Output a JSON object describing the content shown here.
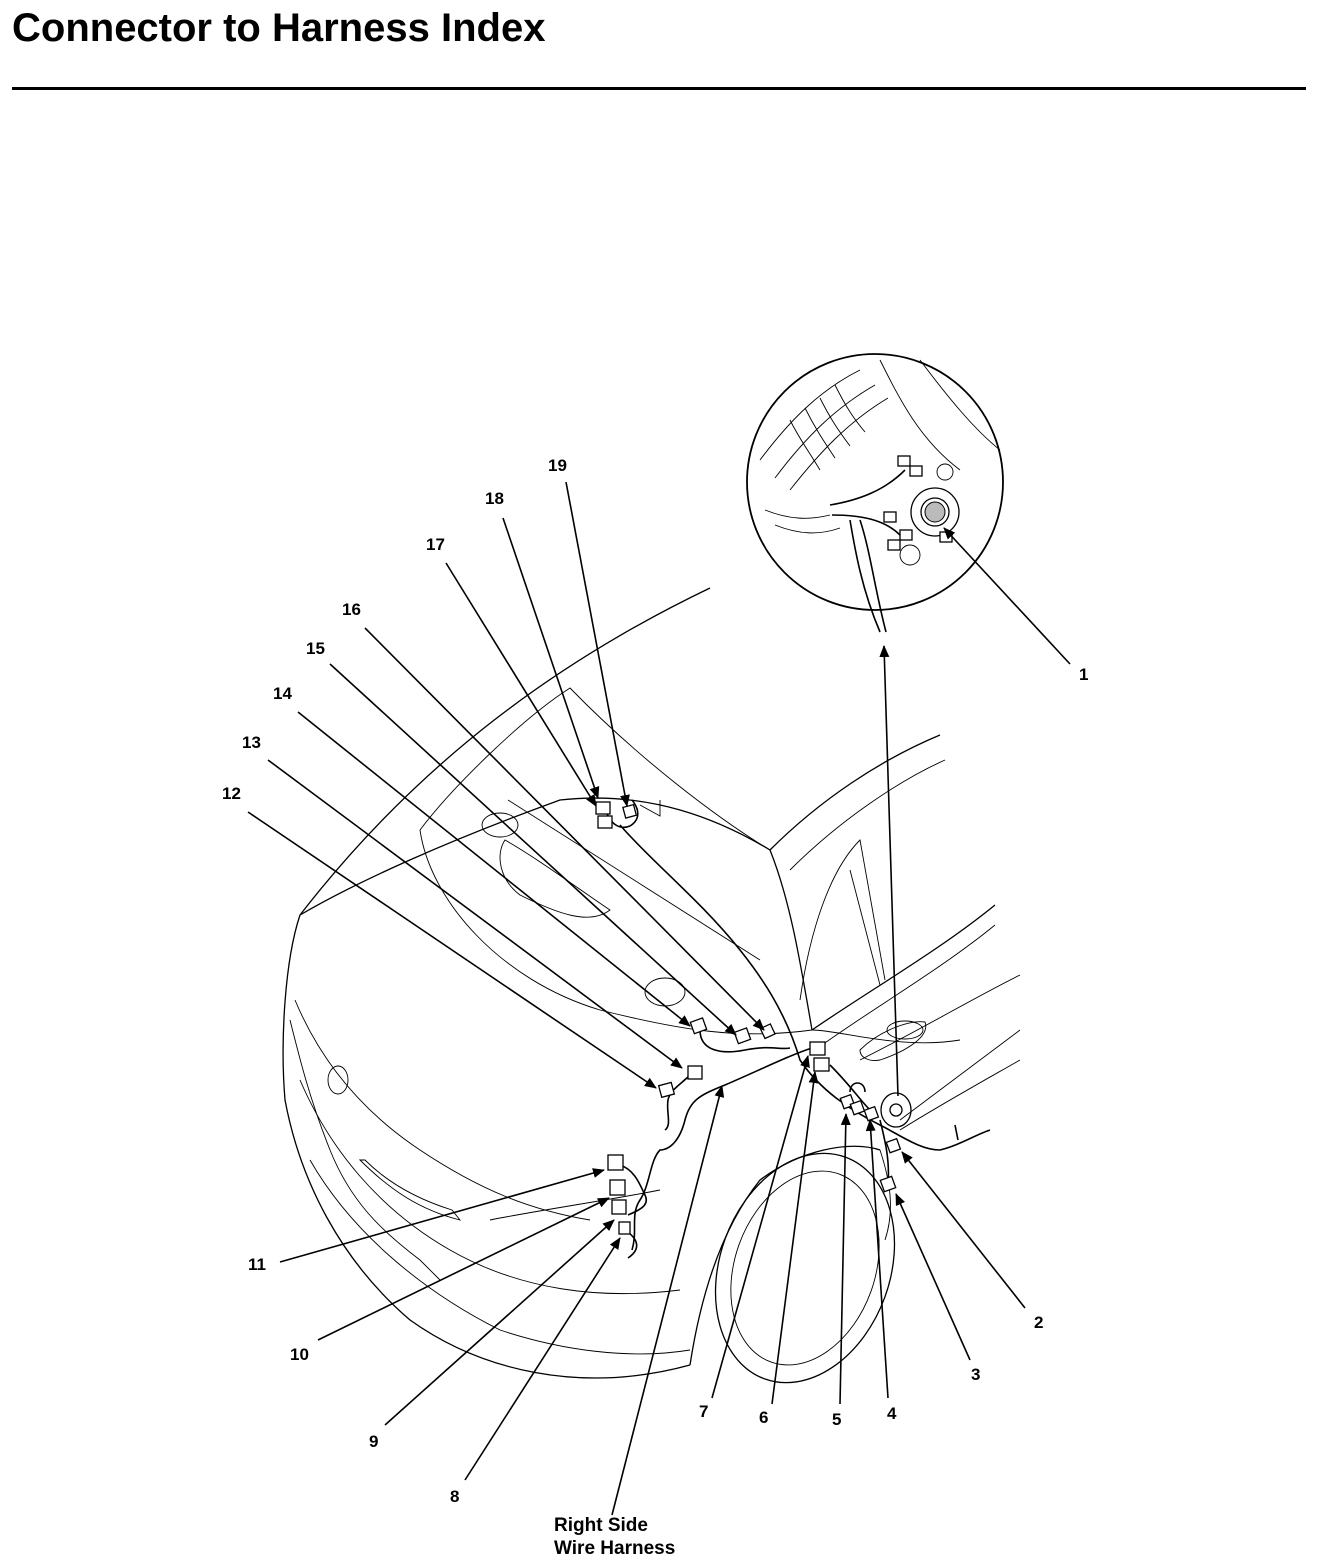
{
  "title": "Connector to Harness Index",
  "harness_label": {
    "line1": "Right Side",
    "line2": "Wire Harness"
  },
  "callouts": [
    "1",
    "2",
    "3",
    "4",
    "5",
    "6",
    "7",
    "8",
    "9",
    "10",
    "11",
    "12",
    "13",
    "14",
    "15",
    "16",
    "17",
    "18",
    "19"
  ]
}
